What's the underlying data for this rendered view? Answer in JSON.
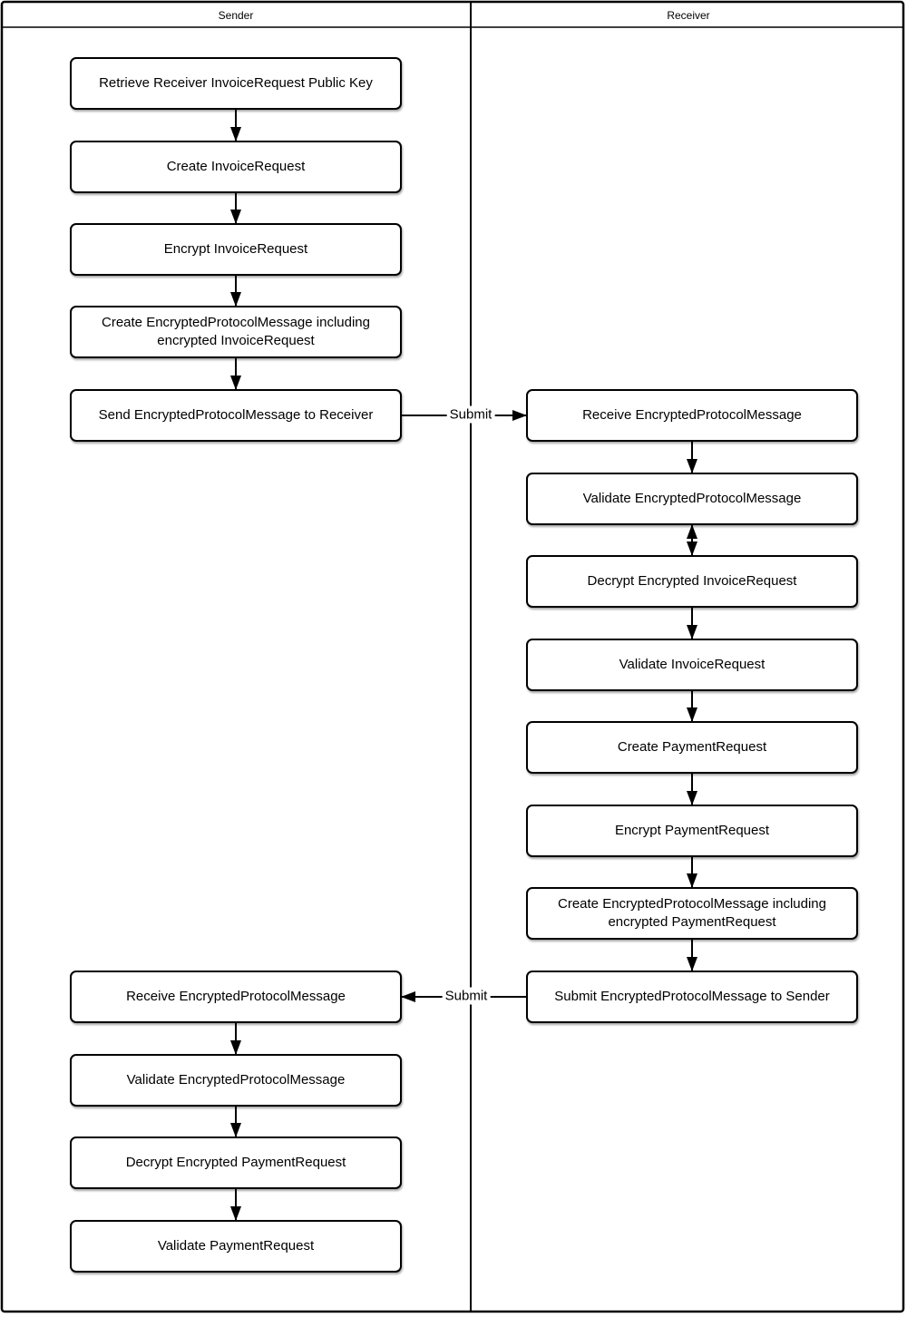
{
  "header": {
    "lanes": [
      {
        "title": "Sender"
      },
      {
        "title": "Receiver"
      }
    ]
  },
  "nodes": [
    {
      "lane": "Sender",
      "label": "Retrieve Receiver InvoiceRequest Public Key"
    },
    {
      "lane": "Sender",
      "label": "Create InvoiceRequest"
    },
    {
      "lane": "Sender",
      "label": "Encrypt InvoiceRequest"
    },
    {
      "lane": "Sender",
      "label": "Create EncryptedProtocolMessage including encrypted InvoiceRequest"
    },
    {
      "lane": "Sender",
      "label": "Send EncryptedProtocolMessage to Receiver"
    },
    {
      "lane": "Receiver",
      "label": "Receive EncryptedProtocolMessage"
    },
    {
      "lane": "Receiver",
      "label": "Validate EncryptedProtocolMessage"
    },
    {
      "lane": "Receiver",
      "label": "Decrypt Encrypted InvoiceRequest"
    },
    {
      "lane": "Receiver",
      "label": "Validate InvoiceRequest"
    },
    {
      "lane": "Receiver",
      "label": "Create PaymentRequest"
    },
    {
      "lane": "Receiver",
      "label": "Encrypt PaymentRequest"
    },
    {
      "lane": "Receiver",
      "label": "Create EncryptedProtocolMessage including encrypted PaymentRequest"
    },
    {
      "lane": "Receiver",
      "label": "Submit EncryptedProtocolMessage to Sender"
    },
    {
      "lane": "Sender",
      "label": "Receive EncryptedProtocolMessage"
    },
    {
      "lane": "Sender",
      "label": "Validate EncryptedProtocolMessage"
    },
    {
      "lane": "Sender",
      "label": "Decrypt Encrypted PaymentRequest"
    },
    {
      "lane": "Sender",
      "label": "Validate PaymentRequest"
    }
  ],
  "edges": {
    "submit_to_receiver": {
      "label": "Submit"
    },
    "submit_to_sender": {
      "label": "Submit"
    }
  },
  "colors": {
    "line": "#000000",
    "node_fill": "#ffffff",
    "node_border": "#000000",
    "background": "#ffffff"
  }
}
